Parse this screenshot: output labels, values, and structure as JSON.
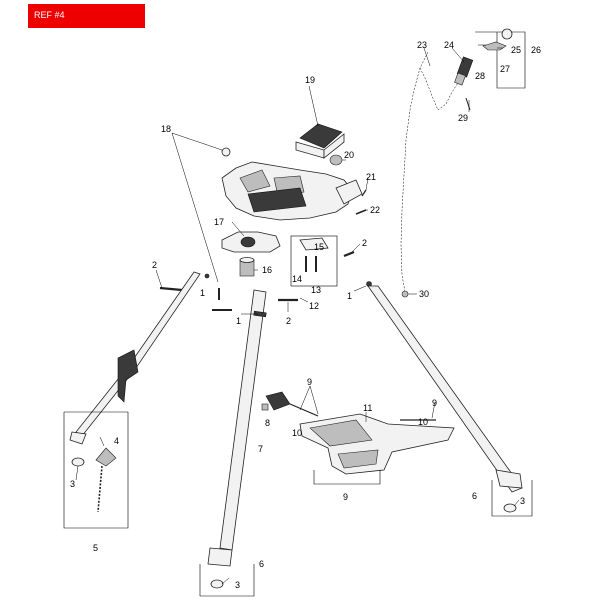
{
  "ref_label": "REF #4",
  "callouts": [
    {
      "id": "c23",
      "text": "23"
    },
    {
      "id": "c24",
      "text": "24"
    },
    {
      "id": "c25",
      "text": "25"
    },
    {
      "id": "c26",
      "text": "26"
    },
    {
      "id": "c27",
      "text": "27"
    },
    {
      "id": "c28",
      "text": "28"
    },
    {
      "id": "c29",
      "text": "29"
    },
    {
      "id": "c19",
      "text": "19"
    },
    {
      "id": "c18",
      "text": "18"
    },
    {
      "id": "c20",
      "text": "20"
    },
    {
      "id": "c21",
      "text": "21"
    },
    {
      "id": "c22",
      "text": "22"
    },
    {
      "id": "c17",
      "text": "17"
    },
    {
      "id": "c15",
      "text": "15"
    },
    {
      "id": "c14",
      "text": "14"
    },
    {
      "id": "c13",
      "text": "13"
    },
    {
      "id": "c16",
      "text": "16"
    },
    {
      "id": "c2a",
      "text": "2"
    },
    {
      "id": "c2b",
      "text": "2"
    },
    {
      "id": "c2c",
      "text": "2"
    },
    {
      "id": "c1a",
      "text": "1"
    },
    {
      "id": "c1b",
      "text": "1"
    },
    {
      "id": "c1c",
      "text": "1"
    },
    {
      "id": "c12",
      "text": "12"
    },
    {
      "id": "c30",
      "text": "30"
    },
    {
      "id": "c4",
      "text": "4"
    },
    {
      "id": "c3a",
      "text": "3"
    },
    {
      "id": "c3b",
      "text": "3"
    },
    {
      "id": "c3c",
      "text": "3"
    },
    {
      "id": "c5",
      "text": "5"
    },
    {
      "id": "c9a",
      "text": "9"
    },
    {
      "id": "c9b",
      "text": "9"
    },
    {
      "id": "c9c",
      "text": "9"
    },
    {
      "id": "c8",
      "text": "8"
    },
    {
      "id": "c10a",
      "text": "10"
    },
    {
      "id": "c10b",
      "text": "10"
    },
    {
      "id": "c11",
      "text": "11"
    },
    {
      "id": "c7",
      "text": "7"
    },
    {
      "id": "c6a",
      "text": "6"
    },
    {
      "id": "c6b",
      "text": "6"
    }
  ]
}
